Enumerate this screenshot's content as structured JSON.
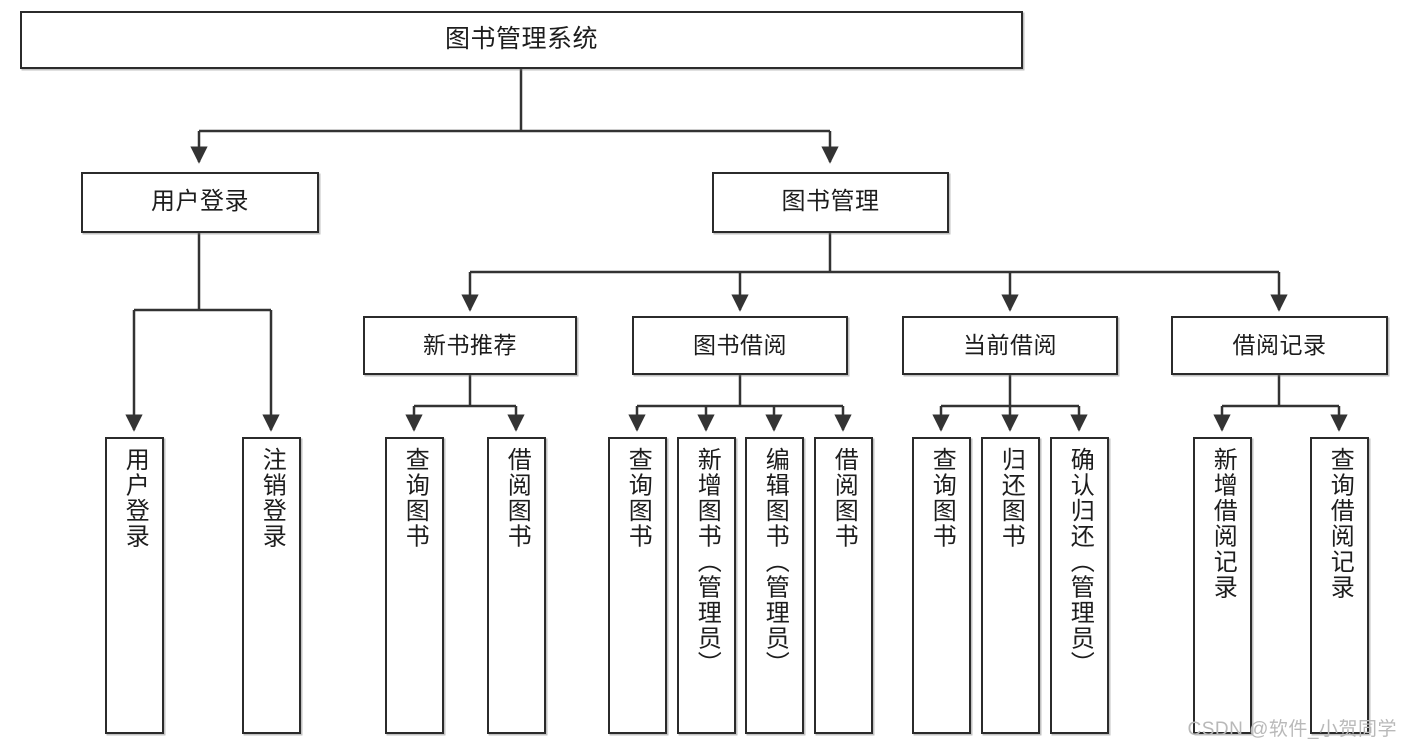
{
  "diagram": {
    "title": "图书管理系统",
    "type": "tree-hierarchy-diagram",
    "colors": {
      "box_border": "#2b2b2b",
      "box_fill": "#ffffff",
      "connector": "#333333",
      "text": "#1d1d1d",
      "watermark": "#b9b9b9"
    },
    "root": {
      "label": "图书管理系统"
    },
    "level1": [
      {
        "label": "用户登录"
      },
      {
        "label": "图书管理"
      }
    ],
    "level2": [
      {
        "label": "新书推荐"
      },
      {
        "label": "图书借阅"
      },
      {
        "label": "当前借阅"
      },
      {
        "label": "借阅记录"
      }
    ],
    "leaves": [
      {
        "label": "用户登录"
      },
      {
        "label": "注销登录"
      },
      {
        "label": "查询图书"
      },
      {
        "label": "借阅图书"
      },
      {
        "label": "查询图书"
      },
      {
        "label": "新增图书（管理员）"
      },
      {
        "label": "编辑图书（管理员）"
      },
      {
        "label": "借阅图书"
      },
      {
        "label": "查询图书"
      },
      {
        "label": "归还图书"
      },
      {
        "label": "确认归还（管理员）"
      },
      {
        "label": "新增借阅记录"
      },
      {
        "label": "查询借阅记录"
      }
    ]
  },
  "watermark": {
    "text": "CSDN @软件_小贺同学"
  }
}
